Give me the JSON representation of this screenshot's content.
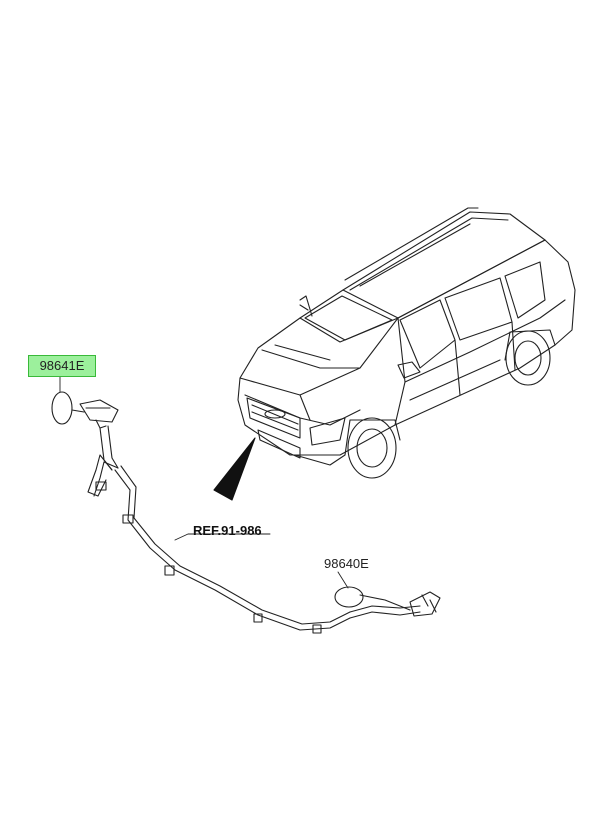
{
  "callouts": {
    "highlighted_part": "98641E",
    "second_part": "98640E",
    "reference": "REF.91-986"
  },
  "colors": {
    "highlight_fill": "#9cf09c",
    "highlight_border": "#39b939",
    "line": "#222222"
  }
}
